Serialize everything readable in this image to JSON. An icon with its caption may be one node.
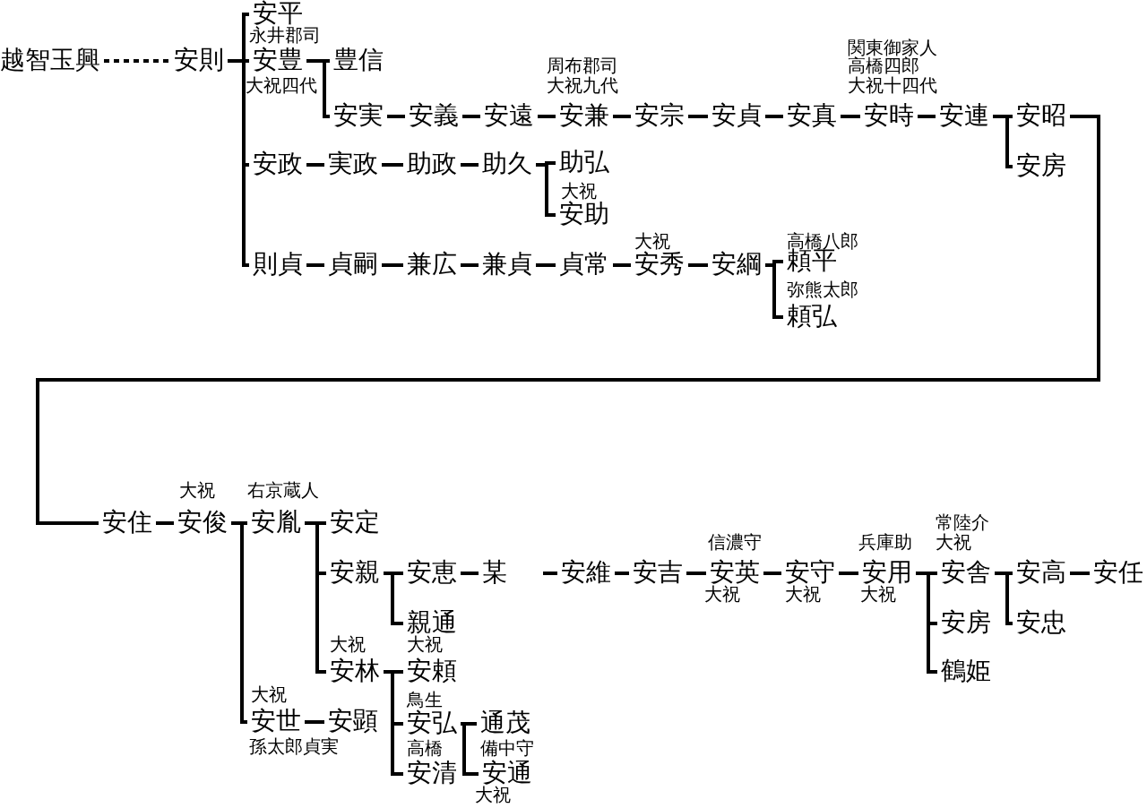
{
  "diagram": {
    "nodes": [
      {
        "text": [
          "越智玉興"
        ]
      },
      {
        "text": [
          "安則"
        ]
      },
      {
        "text": [
          "安平"
        ],
        "beside": [
          "永井郡司"
        ]
      },
      {
        "text": [
          "安豊"
        ],
        "beside": [
          "大祝四代"
        ]
      },
      {
        "text": [
          "豊信"
        ]
      },
      {
        "text": [
          "安実"
        ]
      },
      {
        "text": [
          "安義"
        ]
      },
      {
        "text": [
          "安遠"
        ]
      },
      {
        "text": [
          "安兼"
        ],
        "beside": [
          "周布郡司",
          "大祝九代"
        ]
      },
      {
        "text": [
          "安宗"
        ]
      },
      {
        "text": [
          "安貞"
        ]
      },
      {
        "text": [
          "安真"
        ]
      },
      {
        "text": [
          "安時"
        ]
      },
      {
        "text": [
          "安連"
        ],
        "beside": [
          "関東御家人",
          "高橋四郎",
          "大祝十四代"
        ]
      },
      {
        "text": [
          "安昭"
        ]
      },
      {
        "text": [
          "安房"
        ]
      },
      {
        "text": [
          "安政"
        ]
      },
      {
        "text": [
          "実政"
        ]
      },
      {
        "text": [
          "助政"
        ]
      },
      {
        "text": [
          "助久"
        ]
      },
      {
        "text": [
          "助弘"
        ]
      },
      {
        "text": [
          "安助"
        ],
        "beside": [
          "大祝"
        ]
      },
      {
        "text": [
          "則貞"
        ]
      },
      {
        "text": [
          "貞嗣"
        ]
      },
      {
        "text": [
          "兼広"
        ]
      },
      {
        "text": [
          "兼貞"
        ]
      },
      {
        "text": [
          "貞常"
        ]
      },
      {
        "text": [
          "安秀"
        ],
        "beside": [
          "大祝"
        ]
      },
      {
        "text": [
          "安綱"
        ]
      },
      {
        "text": [
          "頼平"
        ],
        "beside": [
          "高橋八郎"
        ]
      },
      {
        "text": [
          "頼弘"
        ],
        "beside": [
          "弥熊太郎"
        ]
      },
      {
        "text": [
          "安住"
        ]
      },
      {
        "text": [
          "安俊"
        ],
        "beside": [
          "大祝"
        ]
      },
      {
        "text": [
          "安胤"
        ],
        "beside": [
          "右京蔵人"
        ]
      },
      {
        "text": [
          "安定"
        ]
      },
      {
        "text": [
          "安親"
        ]
      },
      {
        "text": [
          "安恵"
        ]
      },
      {
        "text": [
          "某"
        ]
      },
      {
        "text": [
          "安維"
        ]
      },
      {
        "text": [
          "安吉"
        ]
      },
      {
        "text": [
          "安英"
        ],
        "beside": [
          "信濃守",
          "大祝"
        ]
      },
      {
        "text": [
          "安守"
        ],
        "beside": [
          "大祝"
        ]
      },
      {
        "text": [
          "安用"
        ],
        "beside": [
          "兵庫助",
          "大祝"
        ]
      },
      {
        "text": [
          "安舎"
        ],
        "beside": [
          "常陸介",
          "大祝"
        ]
      },
      {
        "text": [
          "安高"
        ]
      },
      {
        "text": [
          "安任"
        ]
      },
      {
        "text": [
          "安房"
        ]
      },
      {
        "text": [
          "安忠"
        ]
      },
      {
        "text": [
          "鶴姫"
        ]
      },
      {
        "text": [
          "親通"
        ]
      },
      {
        "text": [
          "安林"
        ],
        "beside": [
          "大祝"
        ]
      },
      {
        "text": [
          "安頼"
        ],
        "beside": [
          "大祝"
        ]
      },
      {
        "text": [
          "安弘"
        ],
        "beside": [
          "鳥生"
        ]
      },
      {
        "text": [
          "安清"
        ],
        "beside": [
          "高橋"
        ]
      },
      {
        "text": [
          "通茂"
        ]
      },
      {
        "text": [
          "安通"
        ],
        "beside": [
          "備中守",
          "大祝"
        ]
      },
      {
        "text": [
          "安世"
        ],
        "beside": [
          "大祝",
          "孫太郎貞実"
        ]
      },
      {
        "text": [
          "安顕"
        ]
      }
    ],
    "edges": [
      {
        "from": 0,
        "to": 1,
        "arrow": "none",
        "style": "dashed"
      },
      {
        "from": 1,
        "to": 2,
        "arrow": "none"
      },
      {
        "from": 1,
        "to": 3,
        "arrow": "none"
      },
      {
        "from": 1,
        "to": 16,
        "arrow": "none"
      },
      {
        "from": 1,
        "to": 22,
        "arrow": "none"
      },
      {
        "from": 3,
        "to": 4,
        "arrow": "none"
      },
      {
        "from": 3,
        "to": 5,
        "arrow": "none"
      },
      {
        "from": 5,
        "to": 6,
        "arrow": "none"
      },
      {
        "from": 6,
        "to": 7,
        "arrow": "none"
      },
      {
        "from": 7,
        "to": 8,
        "arrow": "none"
      },
      {
        "from": 8,
        "to": 9,
        "arrow": "none"
      },
      {
        "from": 9,
        "to": 10,
        "arrow": "none"
      },
      {
        "from": 10,
        "to": 11,
        "arrow": "none"
      },
      {
        "from": 11,
        "to": 12,
        "arrow": "none"
      },
      {
        "from": 12,
        "to": 13,
        "arrow": "none"
      },
      {
        "from": 13,
        "to": 14,
        "arrow": "none"
      },
      {
        "from": 13,
        "to": 15,
        "arrow": "none"
      },
      {
        "from": 14,
        "to": 31,
        "arrow": "none"
      },
      {
        "from": 16,
        "to": 17,
        "arrow": "none"
      },
      {
        "from": 17,
        "to": 18,
        "arrow": "none"
      },
      {
        "from": 18,
        "to": 19,
        "arrow": "none"
      },
      {
        "from": 19,
        "to": 20,
        "arrow": "none"
      },
      {
        "from": 19,
        "to": 21,
        "arrow": "none"
      },
      {
        "from": 22,
        "to": 23,
        "arrow": "none"
      },
      {
        "from": 23,
        "to": 24,
        "arrow": "none"
      },
      {
        "from": 24,
        "to": 25,
        "arrow": "none"
      },
      {
        "from": 25,
        "to": 26,
        "arrow": "none"
      },
      {
        "from": 26,
        "to": 27,
        "arrow": "none"
      },
      {
        "from": 27,
        "to": 28,
        "arrow": "none"
      },
      {
        "from": 28,
        "to": 29,
        "arrow": "none"
      },
      {
        "from": 28,
        "to": 30,
        "arrow": "none"
      },
      {
        "from": 31,
        "to": 32,
        "arrow": "none"
      },
      {
        "from": 32,
        "to": 33,
        "arrow": "none"
      },
      {
        "from": 32,
        "to": 56,
        "arrow": "none"
      },
      {
        "from": 33,
        "to": 34,
        "arrow": "none"
      },
      {
        "from": 33,
        "to": 35,
        "arrow": "none"
      },
      {
        "from": 33,
        "to": 50,
        "arrow": "none"
      },
      {
        "from": 35,
        "to": 36,
        "arrow": "none"
      },
      {
        "from": 35,
        "to": 49,
        "arrow": "none"
      },
      {
        "from": 36,
        "to": 37,
        "arrow": "none"
      },
      {
        "from": null,
        "to": 38,
        "arrow": "none"
      },
      {
        "from": 38,
        "to": 39,
        "arrow": "none"
      },
      {
        "from": 39,
        "to": 40,
        "arrow": "none"
      },
      {
        "from": 40,
        "to": 41,
        "arrow": "none"
      },
      {
        "from": 41,
        "to": 42,
        "arrow": "none"
      },
      {
        "from": 42,
        "to": 43,
        "arrow": "none"
      },
      {
        "from": 42,
        "to": 46,
        "arrow": "none"
      },
      {
        "from": 42,
        "to": 48,
        "arrow": "none"
      },
      {
        "from": 43,
        "to": 44,
        "arrow": "none"
      },
      {
        "from": 43,
        "to": 47,
        "arrow": "none"
      },
      {
        "from": 44,
        "to": 45,
        "arrow": "none"
      },
      {
        "from": 50,
        "to": 51,
        "arrow": "none"
      },
      {
        "from": 50,
        "to": 52,
        "arrow": "none"
      },
      {
        "from": 50,
        "to": 53,
        "arrow": "none"
      },
      {
        "from": 52,
        "to": 54,
        "arrow": "none"
      },
      {
        "from": 52,
        "to": 55,
        "arrow": "none"
      },
      {
        "from": 56,
        "to": 57,
        "arrow": "none"
      }
    ]
  }
}
